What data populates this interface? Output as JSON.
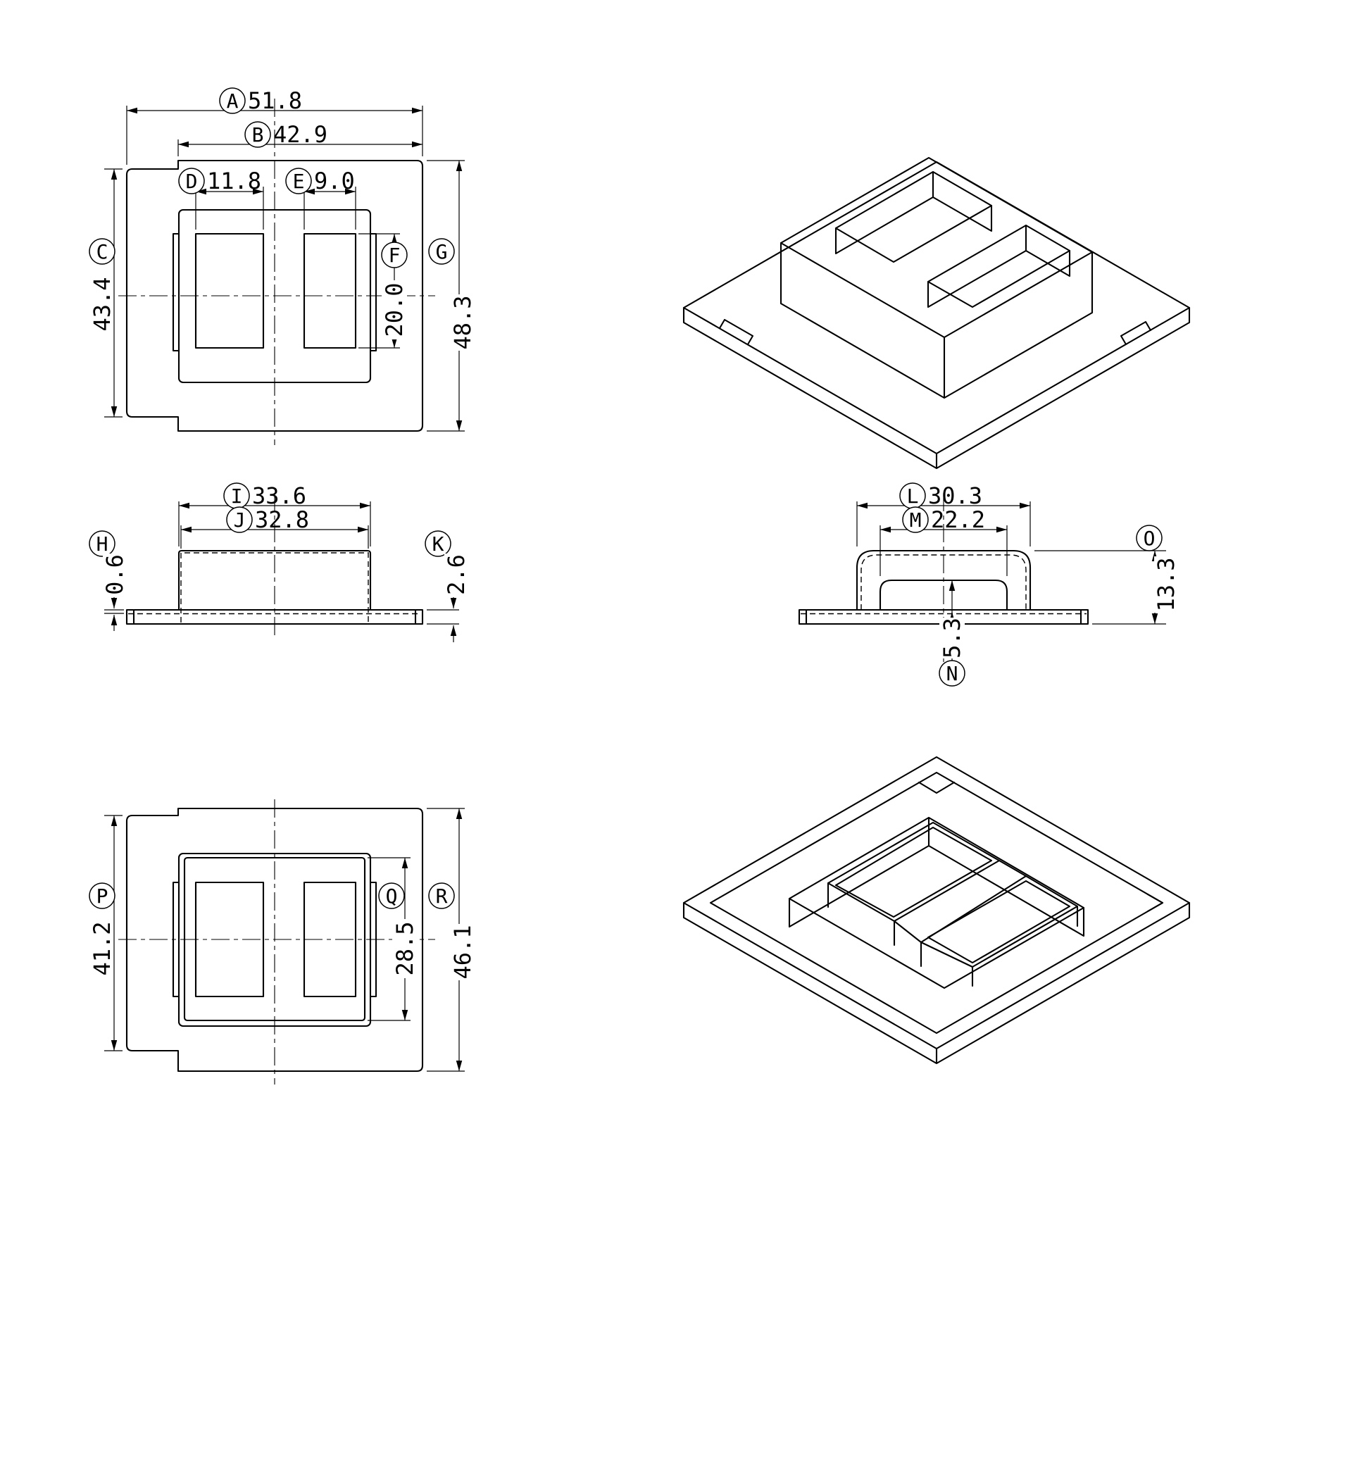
{
  "background": "#ffffff",
  "line_color": "#000000",
  "dims": {
    "A": {
      "letter": "A",
      "value": "51.8"
    },
    "B": {
      "letter": "B",
      "value": "42.9"
    },
    "C": {
      "letter": "C",
      "value": "43.4"
    },
    "D": {
      "letter": "D",
      "value": "11.8"
    },
    "E": {
      "letter": "E",
      "value": "9.0"
    },
    "F": {
      "letter": "F",
      "value": "20.0"
    },
    "G": {
      "letter": "G",
      "value": "48.3"
    },
    "H": {
      "letter": "H",
      "value": "0.6"
    },
    "I": {
      "letter": "I",
      "value": "33.6"
    },
    "J": {
      "letter": "J",
      "value": "32.8"
    },
    "K": {
      "letter": "K",
      "value": "2.6"
    },
    "L": {
      "letter": "L",
      "value": "30.3"
    },
    "M": {
      "letter": "M",
      "value": "22.2"
    },
    "N": {
      "letter": "N",
      "value": "5.3"
    },
    "O": {
      "letter": "O",
      "value": "13.3"
    },
    "P": {
      "letter": "P",
      "value": "41.2"
    },
    "Q": {
      "letter": "Q",
      "value": "28.5"
    },
    "R": {
      "letter": "R",
      "value": "46.1"
    }
  }
}
